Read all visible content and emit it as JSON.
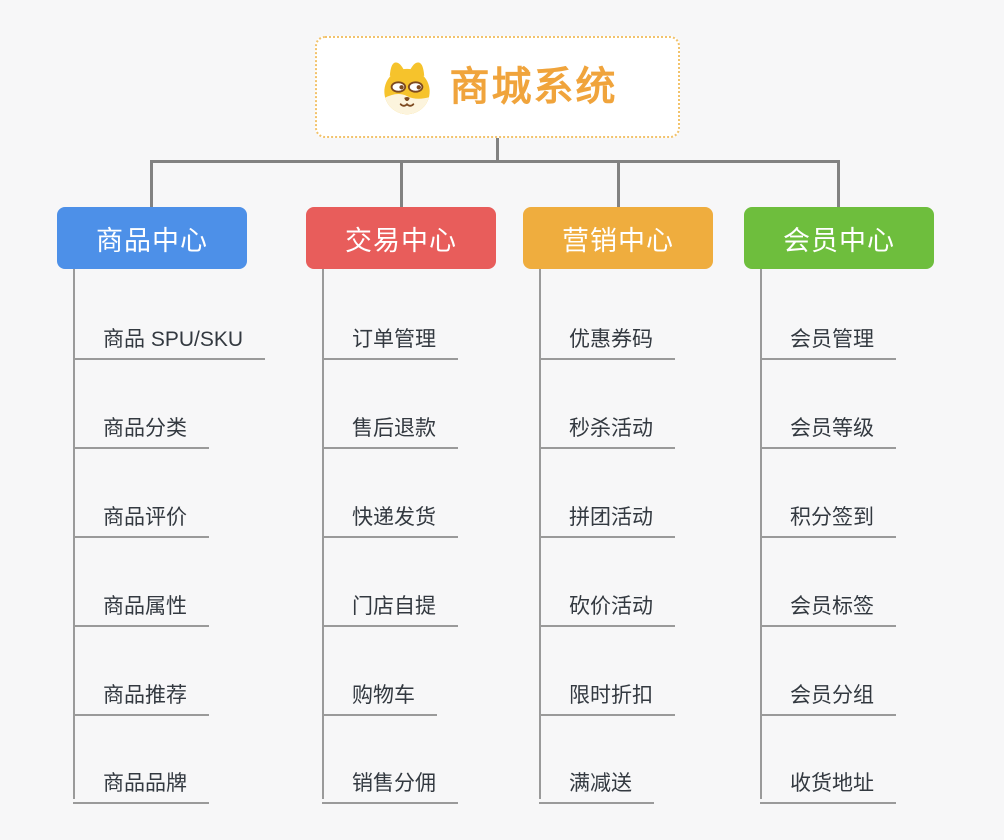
{
  "root": {
    "title": "商城系统",
    "icon": "dog-face",
    "accent_color": "#f0a43c",
    "border_color": "#f2c36c"
  },
  "connector_color": "#828282",
  "branches": [
    {
      "label": "商品中心",
      "color": "#4d90e8",
      "items": [
        "商品 SPU/SKU",
        "商品分类",
        "商品评价",
        "商品属性",
        "商品推荐",
        "商品品牌"
      ]
    },
    {
      "label": "交易中心",
      "color": "#e85d5b",
      "items": [
        "订单管理",
        "售后退款",
        "快递发货",
        "门店自提",
        "购物车",
        "销售分佣"
      ]
    },
    {
      "label": "营销中心",
      "color": "#efad3e",
      "items": [
        "优惠券码",
        "秒杀活动",
        "拼团活动",
        "砍价活动",
        "限时折扣",
        "满减送"
      ]
    },
    {
      "label": "会员中心",
      "color": "#6ebe3d",
      "items": [
        "会员管理",
        "会员等级",
        "积分签到",
        "会员标签",
        "会员分组",
        "收货地址"
      ]
    }
  ]
}
